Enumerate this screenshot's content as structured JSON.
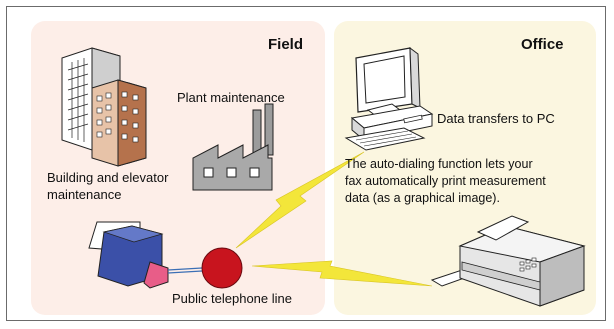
{
  "field": {
    "heading": "Field",
    "plant_label": "Plant maintenance",
    "building_label_line1": "Building and elevator",
    "building_label_line2": "maintenance",
    "telephone_label": "Public telephone line"
  },
  "office": {
    "heading": "Office",
    "pc_label": "Data transfers to PC",
    "fax_description_line1": "The auto-dialing function lets your",
    "fax_description_line2": "fax automatically print measurement",
    "fax_description_line3": "data (as a graphical image)."
  },
  "colors": {
    "field_bg": "#fdeee8",
    "office_bg": "#fbf6e0",
    "lightning": "#f3e63a",
    "telephone_node": "#c8141e"
  }
}
